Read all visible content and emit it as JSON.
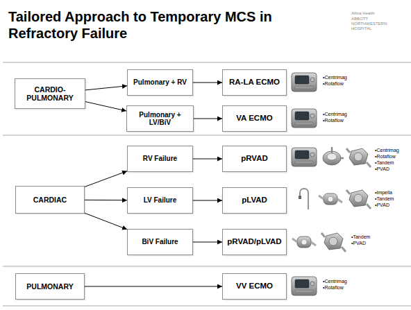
{
  "diagram": {
    "title": "Tailored Approach to Temporary MCS in Refractory Failure",
    "nodes": [
      {
        "text": [
          "CARDIO-PULMONARY"
        ]
      },
      {
        "text": [
          "Pulmonary + RV"
        ]
      },
      {
        "text": [
          "RA-LA ECMO"
        ]
      },
      {
        "text": [
          "Pulmonary + LV/BiV"
        ]
      },
      {
        "text": [
          "VA ECMO"
        ]
      },
      {
        "text": [
          "CARDIAC"
        ]
      },
      {
        "text": [
          "RV Failure"
        ]
      },
      {
        "text": [
          "pRVAD"
        ]
      },
      {
        "text": [
          "LV Failure"
        ]
      },
      {
        "text": [
          "pLVAD"
        ]
      },
      {
        "text": [
          "BiV Failure"
        ]
      },
      {
        "text": [
          "pRVAD/pLVAD"
        ]
      },
      {
        "text": [
          "PULMONARY"
        ]
      },
      {
        "text": [
          "VV ECMO"
        ]
      }
    ],
    "edges": [
      {
        "from": 0,
        "to": 1,
        "arrow": "to"
      },
      {
        "from": 0,
        "to": 3,
        "arrow": "to"
      },
      {
        "from": 1,
        "to": 2,
        "arrow": "to"
      },
      {
        "from": 3,
        "to": 4,
        "arrow": "to"
      },
      {
        "from": 5,
        "to": 6,
        "arrow": "to"
      },
      {
        "from": 5,
        "to": 8,
        "arrow": "to"
      },
      {
        "from": 5,
        "to": 10,
        "arrow": "to"
      },
      {
        "from": 6,
        "to": 7,
        "arrow": "to"
      },
      {
        "from": 8,
        "to": 9,
        "arrow": "to"
      },
      {
        "from": 10,
        "to": 11,
        "arrow": "to"
      },
      {
        "from": 12,
        "to": 13,
        "arrow": "to"
      }
    ],
    "labels": [
      "Allina Health",
      "ABBOTT NORTHWESTERN HOSPITAL",
      "•Centrimag",
      "•Rotaflow",
      "•Centrimag",
      "•Rotaflow",
      "•Centrimag",
      "•Rotaflow",
      "•Tandem",
      "•PVAD",
      "•Impella",
      "•Tandem",
      "•PVAD",
      "•Tandem",
      "•PVAD",
      "•Centrimag",
      "•Rotaflow"
    ]
  }
}
